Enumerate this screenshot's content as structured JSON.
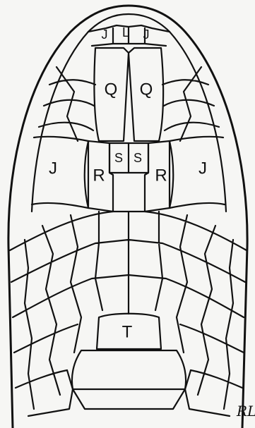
{
  "diagram": {
    "labels": {
      "j_top_left": "J",
      "l_top": "L",
      "j_top_right": "J",
      "q_left": "Q",
      "q_right": "Q",
      "s_left": "S",
      "s_right": "S",
      "j_mid_left": "J",
      "r_left": "R",
      "r_right": "R",
      "j_mid_right": "J",
      "t_bottom": "T"
    },
    "signature": "RLC"
  }
}
